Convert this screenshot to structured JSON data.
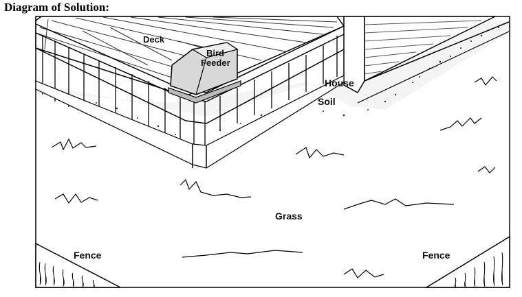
{
  "heading": "Diagram of Solution:",
  "labels": {
    "deck": "Deck",
    "bird_feeder_line1": "Bird",
    "bird_feeder_line2": "Feeder",
    "house": "House",
    "soil": "Soil",
    "grass": "Grass",
    "fence_left": "Fence",
    "fence_right": "Fence"
  }
}
